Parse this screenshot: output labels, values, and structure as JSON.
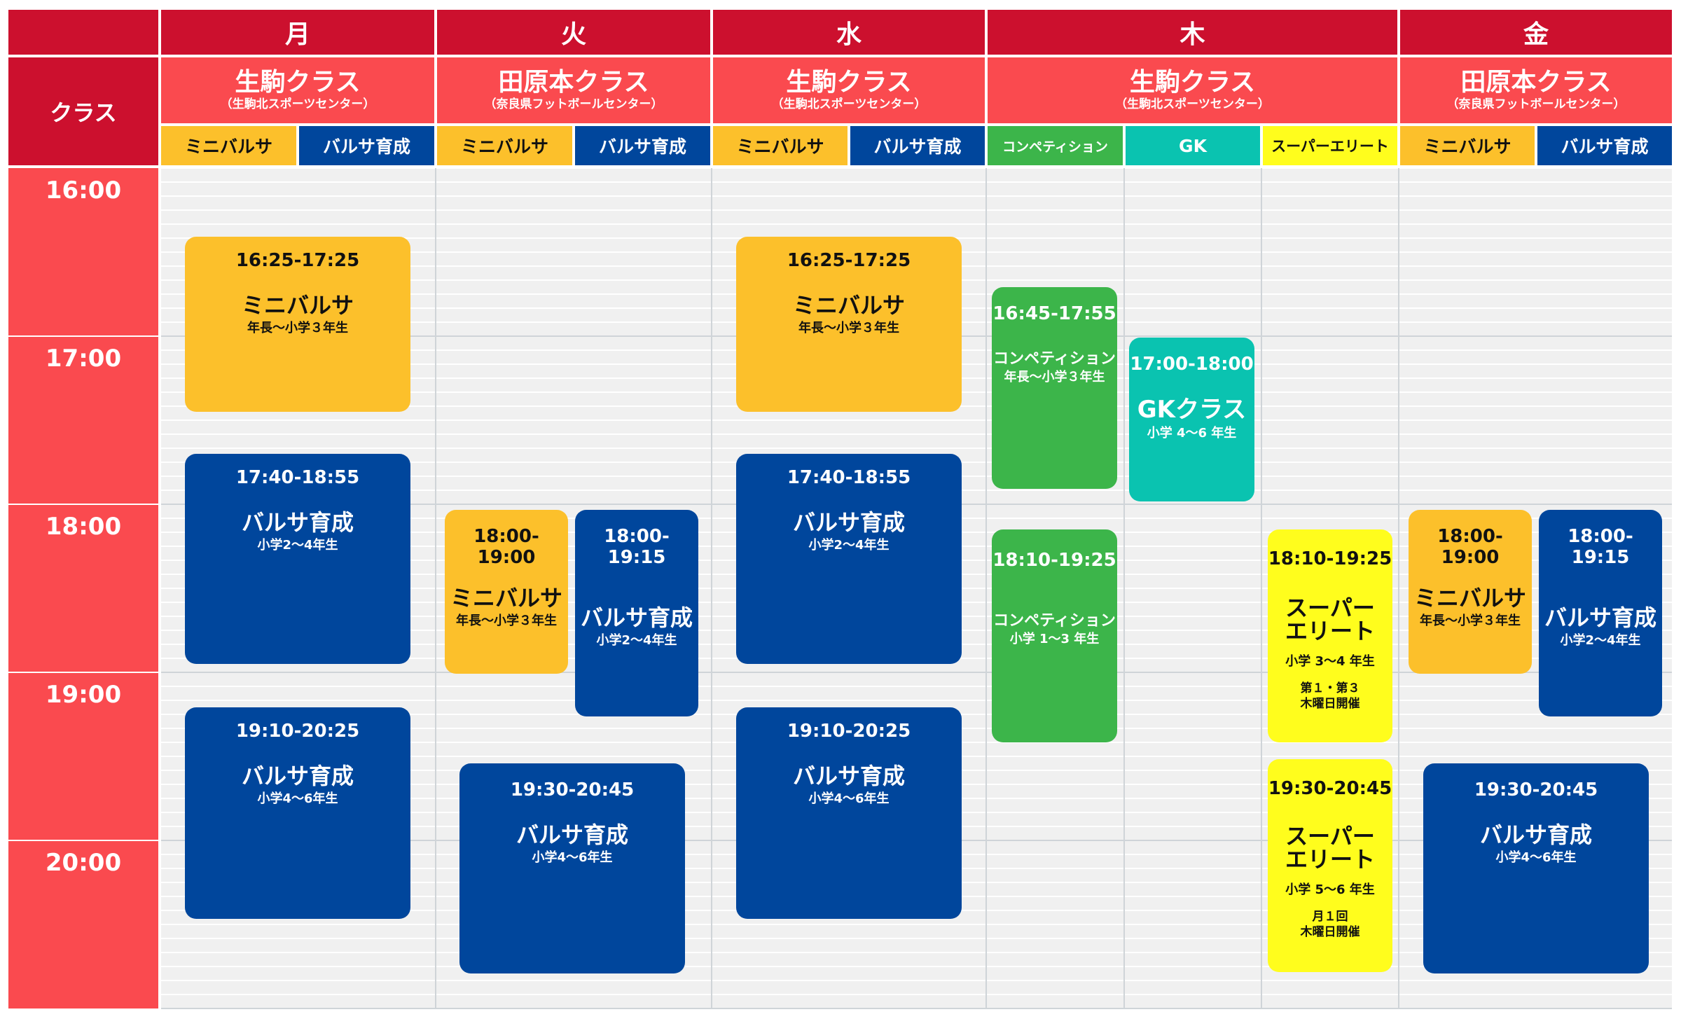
{
  "header": {
    "corner_label": "クラス",
    "days": [
      "月",
      "火",
      "水",
      "木",
      "金"
    ],
    "classes": [
      {
        "name": "生駒クラス",
        "venue": "（生駒北スポーツセンター）"
      },
      {
        "name": "田原本クラス",
        "venue": "（奈良県フットボールセンター）"
      },
      {
        "name": "生駒クラス",
        "venue": "（生駒北スポーツセンター）"
      },
      {
        "name": "生駒クラス",
        "venue": "（生駒北スポーツセンター）"
      },
      {
        "name": "田原本クラス",
        "venue": "（奈良県フットボールセンター）"
      }
    ],
    "subcolumns": [
      "ミニバルサ",
      "バルサ育成",
      "ミニバルサ",
      "バルサ育成",
      "ミニバルサ",
      "バルサ育成",
      "コンペティション",
      "GK",
      "スーパーエリート",
      "ミニバルサ",
      "バルサ育成"
    ]
  },
  "times": [
    "16:00",
    "17:00",
    "18:00",
    "19:00",
    "20:00"
  ],
  "colors": {
    "day_header": "#cc102e",
    "class_header": "#fa4a4f",
    "mini_barca": "#fcc02b",
    "barca_ikusei": "#00469c",
    "competition": "#3cb54a",
    "gk": "#0ac3b0",
    "super_elite": "#fffd1d"
  },
  "blocks": [
    {
      "time": "16:25-17:25",
      "name": "ミニバルサ",
      "grade": "年長〜小学３年生"
    },
    {
      "time": "17:40-18:55",
      "name": "バルサ育成",
      "grade": "小学2〜4年生"
    },
    {
      "time": "19:10-20:25",
      "name": "バルサ育成",
      "grade": "小学4〜6年生"
    },
    {
      "time": "18:00-19:00",
      "name": "ミニバルサ",
      "grade": "年長〜小学３年生"
    },
    {
      "time": "18:00-19:15",
      "name": "バルサ育成",
      "grade": "小学2〜4年生"
    },
    {
      "time": "19:30-20:45",
      "name": "バルサ育成",
      "grade": "小学4〜6年生"
    },
    {
      "time": "16:25-17:25",
      "name": "ミニバルサ",
      "grade": "年長〜小学３年生"
    },
    {
      "time": "17:40-18:55",
      "name": "バルサ育成",
      "grade": "小学2〜4年生"
    },
    {
      "time": "19:10-20:25",
      "name": "バルサ育成",
      "grade": "小学4〜6年生"
    },
    {
      "time": "16:45-17:55",
      "name": "コンペティション",
      "grade": "年長〜小学３年生"
    },
    {
      "time": "18:10-19:25",
      "name": "コンペティション",
      "grade": "小学 1〜3 年生"
    },
    {
      "time": "17:00-18:00",
      "name": "GKクラス",
      "grade": "小学 4〜6 年生"
    },
    {
      "time": "18:10-19:25",
      "name_line1": "スーパー",
      "name_line2": "エリート",
      "grade": "小学 3〜4 年生",
      "note_line1": "第１・第３",
      "note_line2": "木曜日開催"
    },
    {
      "time": "19:30-20:45",
      "name_line1": "スーパー",
      "name_line2": "エリート",
      "grade": "小学 5〜6 年生",
      "note_line1": "月１回",
      "note_line2": "木曜日開催"
    },
    {
      "time": "18:00-19:00",
      "name": "ミニバルサ",
      "grade": "年長〜小学３年生"
    },
    {
      "time": "18:00-19:15",
      "name": "バルサ育成",
      "grade": "小学2〜4年生"
    },
    {
      "time": "19:30-20:45",
      "name": "バルサ育成",
      "grade": "小学4〜6年生"
    }
  ]
}
